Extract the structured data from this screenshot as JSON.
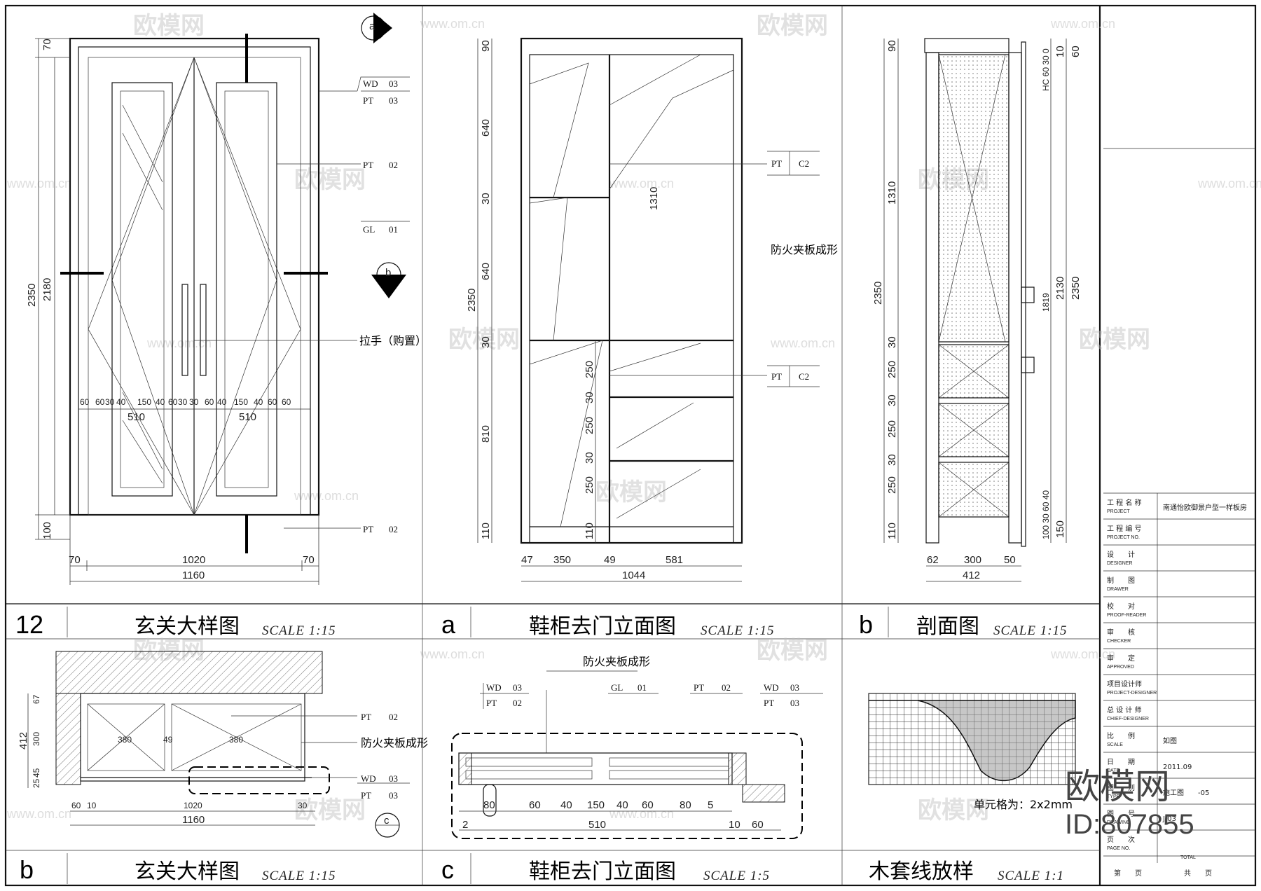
{
  "watermark": {
    "brand": "欧模网",
    "site": "www.om.cn"
  },
  "brand": {
    "name": "欧模网",
    "id": "ID:807855"
  },
  "views": {
    "v12": {
      "tag": "12",
      "title": "玄关大样图",
      "scale": "SCALE 1:15"
    },
    "va": {
      "tag": "a",
      "title": "鞋柜去门立面图",
      "scale": "SCALE 1:15"
    },
    "vb": {
      "tag": "b",
      "title": "剖面图",
      "scale": "SCALE 1:15"
    },
    "vb2": {
      "tag": "b",
      "title": "玄关大样图",
      "scale": "SCALE 1:15"
    },
    "vc": {
      "tag": "c",
      "title": "鞋柜去门立面图",
      "scale": "SCALE 1:5"
    },
    "vm": {
      "title": "木套线放样",
      "scale": "SCALE 1:1"
    }
  },
  "section_markers": {
    "a": "a",
    "b": "b",
    "c": "c"
  },
  "notes": {
    "handle": "拉手（购置）",
    "fire_board": "防火夹板成形",
    "cell_note": "单元格为：2x2mm"
  },
  "codes": {
    "wd03": [
      "WD",
      "03"
    ],
    "pt03": [
      "PT",
      "03"
    ],
    "pt02": [
      "PT",
      "02"
    ],
    "gl01": [
      "GL",
      "01"
    ],
    "c2": [
      "PT",
      "C2"
    ]
  },
  "dims_v12": {
    "left_outer": "2350",
    "left_inner": "2180",
    "top": "70",
    "bottom": "100",
    "base_left": "70",
    "base_mid": "1020",
    "base_right": "70",
    "overall": "1160",
    "leaf_left": "510",
    "leaf_right": "510",
    "strip": [
      "60",
      "60",
      "30",
      "40",
      "150",
      "40",
      "60",
      "30",
      "30",
      "60",
      "40",
      "150",
      "40",
      "60",
      "60"
    ]
  },
  "dims_va": {
    "height": "2350",
    "top": "90",
    "s1": "640",
    "s2": "30",
    "s3": "640",
    "s4": "30",
    "s5": "810",
    "bottom": "110",
    "center": "1310",
    "drawer": [
      "250",
      "30",
      "250",
      "30",
      "250",
      "110"
    ],
    "base": [
      "47",
      "350",
      "49",
      "581"
    ],
    "overall": "1044"
  },
  "dims_vb": {
    "left": [
      "90",
      "1310",
      "30",
      "250",
      "30",
      "250",
      "30",
      "250",
      "110"
    ],
    "height": "2350",
    "right": [
      "10",
      "60",
      "2130",
      "2350",
      "150"
    ],
    "right_small": [
      "HC 60 30 0",
      "1819",
      "100 30 60 40"
    ],
    "base": [
      "62",
      "300",
      "50"
    ],
    "overall": "412"
  },
  "dims_vb2": {
    "left": [
      "67",
      "300",
      "45",
      "25"
    ],
    "left_total": "412",
    "inner": [
      "380",
      "49",
      "380"
    ],
    "base": [
      "60",
      "10",
      "1020",
      "30"
    ],
    "overall": "1160"
  },
  "dims_vc": {
    "base": [
      "2",
      "80",
      "60",
      "40",
      "150",
      "40",
      "60",
      "80",
      "5"
    ],
    "overall": [
      "510",
      "10",
      "60"
    ]
  },
  "title_block": {
    "rows": [
      {
        "cn": "工 程 名 称",
        "en": "PROJECT",
        "value": "南通怡欧御景户型一样板房"
      },
      {
        "cn": "工 程 编 号",
        "en": "PROJECT NO.",
        "value": ""
      },
      {
        "cn": "设　　计",
        "en": "DESIGNER",
        "value": ""
      },
      {
        "cn": "制　　图",
        "en": "DRAWER",
        "value": ""
      },
      {
        "cn": "校　　对",
        "en": "PROOF-READER",
        "value": ""
      },
      {
        "cn": "审　　核",
        "en": "CHECKER",
        "value": ""
      },
      {
        "cn": "审　　定",
        "en": "APPROVED",
        "value": ""
      },
      {
        "cn": "项目设计师",
        "en": "PROJECT-DESIGNER",
        "value": ""
      },
      {
        "cn": "总 设 计 师",
        "en": "CHIEF-DESIGNER",
        "value": ""
      },
      {
        "cn": "比　　例",
        "en": "SCALE",
        "value": "如图"
      },
      {
        "cn": "日　　期",
        "en": "DATE",
        "value": "2011.09"
      },
      {
        "cn": "图　　别",
        "en": "TYPE",
        "value": "施工图　　-05"
      },
      {
        "cn": "图　　号",
        "en": "DRAWING",
        "value": "J-03"
      },
      {
        "cn": "页　　次",
        "en": "PAGE NO.",
        "value": ""
      }
    ],
    "footer": {
      "total_en": "TOTAL",
      "page": "第　　页",
      "total": "共　　页"
    }
  }
}
